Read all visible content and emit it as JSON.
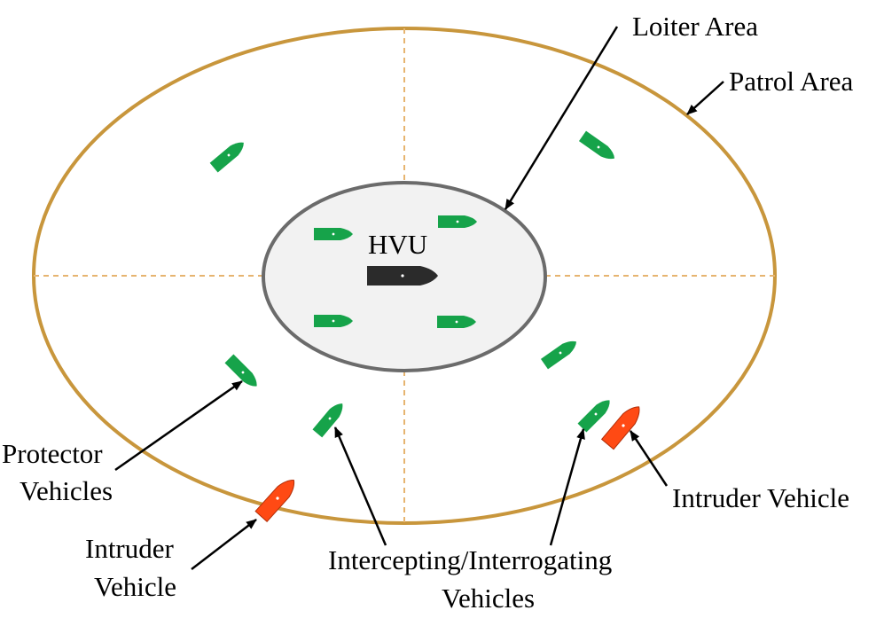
{
  "colors": {
    "patrol_ring": "#c8963c",
    "quadrant_dash": "#e6b470",
    "loiter_fill": "#f2f2f2",
    "loiter_stroke": "#6b6b6b",
    "protector": "#16a34a",
    "intruder": "#ff4a14",
    "hvu": "#2b2b2b",
    "arrow": "#000000"
  },
  "labels": {
    "loiter_area": "Loiter Area",
    "patrol_area": "Patrol Area",
    "hvu": "HVU",
    "protector_line1": "Protector",
    "protector_line2": "Vehicles",
    "intruder_left_line1": "Intruder",
    "intruder_left_line2": "Vehicle",
    "intruder_right": "Intruder Vehicle",
    "intercepting_line1": "Intercepting/Interrogating",
    "intercepting_line2": "Vehicles"
  },
  "icons": {
    "protector": "green-boat-icon",
    "intruder": "red-boat-icon",
    "hvu": "hvu-ship-icon"
  }
}
